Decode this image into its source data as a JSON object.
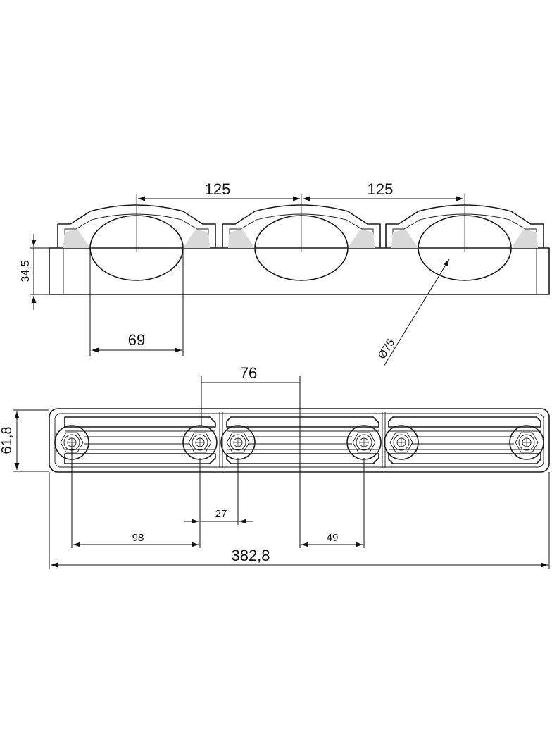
{
  "dimensions": {
    "pitch_left": "125",
    "pitch_right": "125",
    "height": "34,5",
    "clamp_opening": "69",
    "pipe_diameter": "Ø75",
    "clip_length": "76",
    "overall_width": "61,8",
    "bolt_gap": "27",
    "bolt_offset_left": "98",
    "bolt_offset_right": "49",
    "overall_length": "382,8"
  }
}
